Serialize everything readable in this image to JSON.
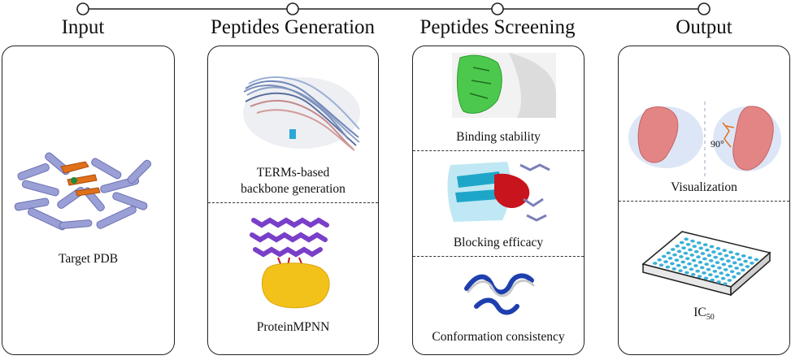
{
  "stages": [
    {
      "title": "Input"
    },
    {
      "title": "Peptides Generation"
    },
    {
      "title": "Peptides Screening"
    },
    {
      "title": "Output"
    }
  ],
  "input": {
    "caption": "Target PDB"
  },
  "generation": {
    "caption_line1": "TERMs-based",
    "caption_line2": "backbone generation",
    "caption2": "ProteinMPNN"
  },
  "screening": {
    "caption1": "Binding stability",
    "caption2": "Blocking efficacy",
    "caption3": "Conformation consistency"
  },
  "output": {
    "caption1": "Visualization",
    "rotation_label": "90°",
    "caption2_main": "IC",
    "caption2_sub": "50"
  },
  "colors": {
    "protein_lavender": "#9a9fd6",
    "highlight_orange": "#e0701a",
    "binding_green": "#4cc94c",
    "cyan_helix": "#1ea6c9",
    "red_peptide": "#c8141c",
    "purple_helix": "#7a3fc8",
    "yellow_surface": "#f3c21a",
    "salmon_surface": "#e48585",
    "navy_helix": "#1f3fae",
    "plate_cyan": "#3bb0d8"
  }
}
